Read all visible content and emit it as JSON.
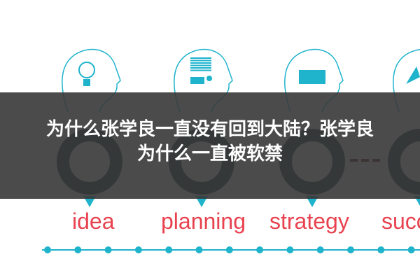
{
  "article": {
    "title_line1": "为什么张学良一直没有回到大陆？张学良",
    "title_line2": "为什么一直被软禁"
  },
  "image": {
    "steps": [
      {
        "label": "idea",
        "icon": "lightbulb-icon"
      },
      {
        "label": "planning",
        "icon": "document-chart-icon"
      },
      {
        "label": "strategy",
        "icon": "chess-pieces-icon"
      },
      {
        "label": "succ",
        "icon": "success-icon"
      }
    ],
    "colors": {
      "teal": "#1fb3cc",
      "ring": "#143c44",
      "label": "#e8424f",
      "overlay": "#373737",
      "dash": "#6b1010"
    }
  }
}
